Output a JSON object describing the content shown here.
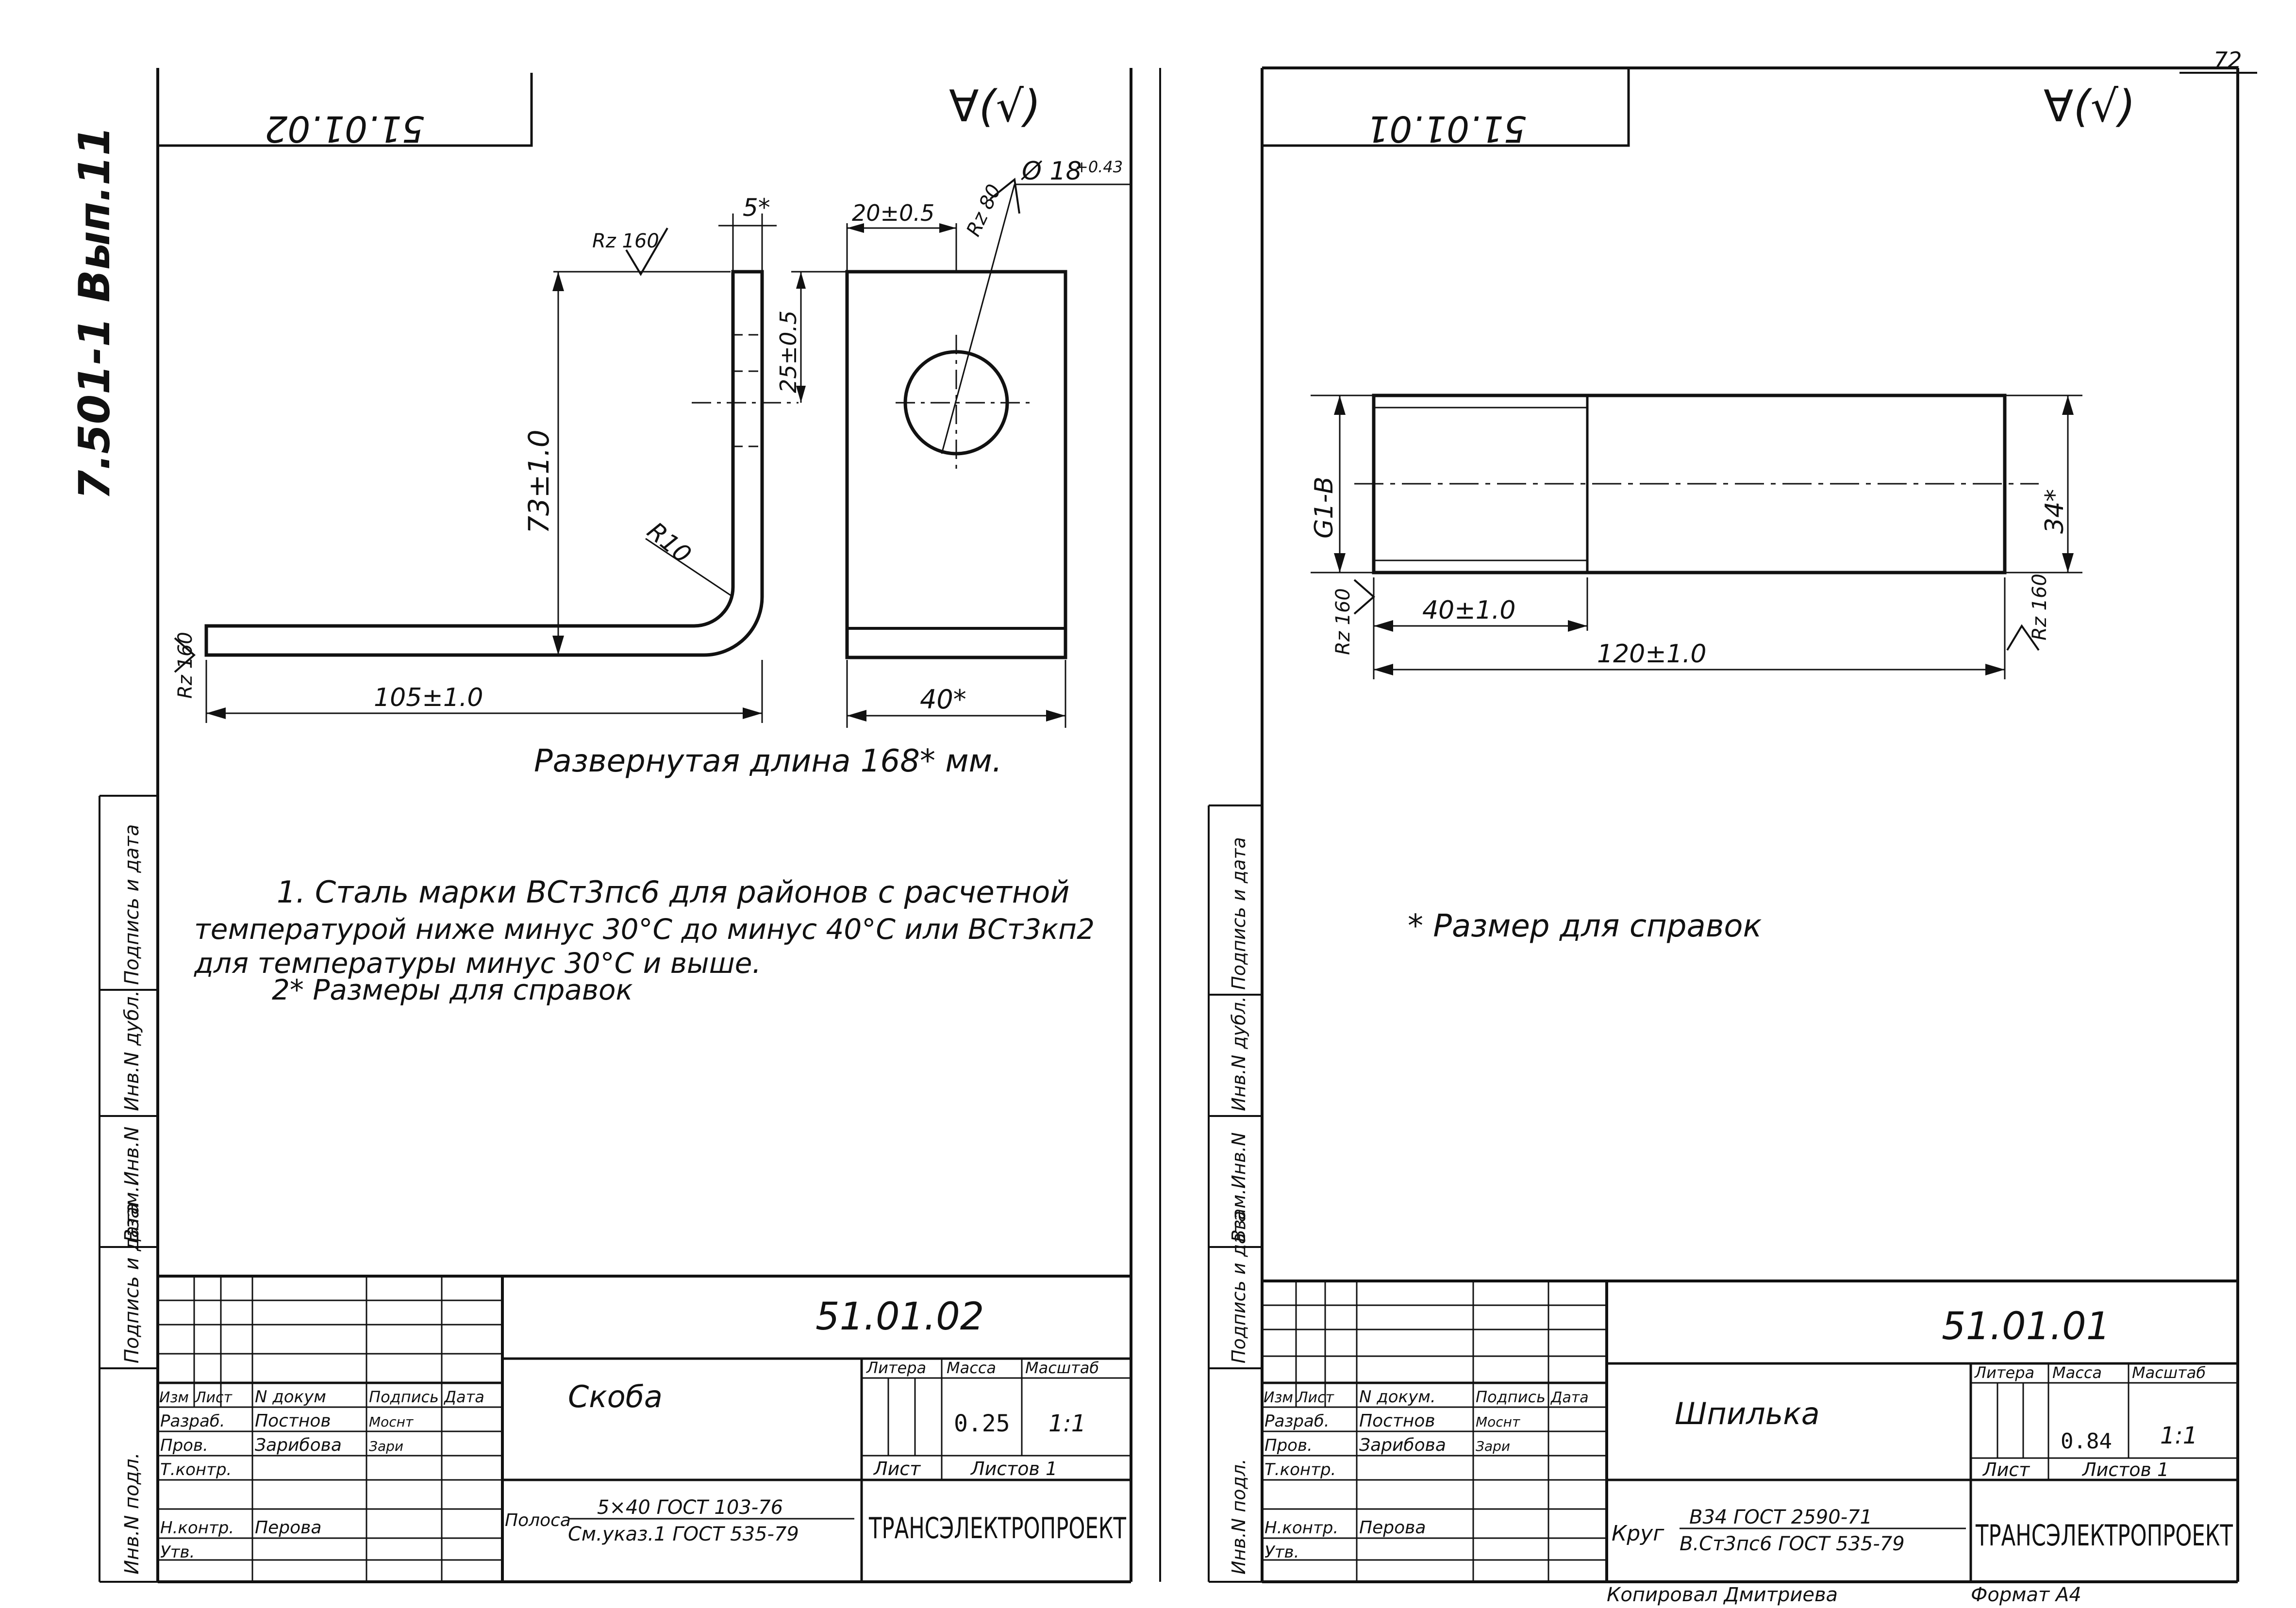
{
  "page_number": "72",
  "side_label": "7.501-1 Вып.11",
  "stamp_column_labels": [
    "Инв.N подл.",
    "Подпись и дата",
    "Взам.Инв.N",
    "Инв.N дубл.",
    "Подпись и дата"
  ],
  "sheet_left": {
    "mirror_code": "51.01.02",
    "roughness_symbol": "∀(√)",
    "dims": {
      "hole": "Ø 18",
      "hole_tol": "+0.43",
      "rz80": "Rz 80",
      "rz160_top": "Rz 160",
      "width_5": "5*",
      "dim_20": "20±0.5",
      "dim_25": "25±0.5",
      "dim_73": "73±1.0",
      "radius": "R10",
      "rz160_left": "Rz 160",
      "dim_105": "105±1.0",
      "dim_40": "40*"
    },
    "unfolded_length": "Развернутая длина 168* мм.",
    "notes": [
      "1. Сталь марки ВСт3пс6 для районов с расчетной",
      "температурой ниже минус 30°С до минус 40°С или ВСт3кп2",
      "для температуры минус 30°С и выше.",
      "2* Размеры для справок"
    ],
    "title_block": {
      "code": "51.01.02",
      "name": "Скоба",
      "head": [
        "Изм",
        "Лист",
        "N докум",
        "Подпись",
        "Дата"
      ],
      "rows": [
        {
          "role": "Разраб.",
          "name": "Постнов",
          "sign": "Моснт"
        },
        {
          "role": "Пров.",
          "name": "Зарибова",
          "sign": "Зари"
        },
        {
          "role": "Т.контр.",
          "name": "",
          "sign": ""
        },
        {
          "role": "Н.контр.",
          "name": "Перова",
          "sign": ""
        },
        {
          "role": "Утв.",
          "name": "",
          "sign": ""
        }
      ],
      "col_litera": "Литера",
      "col_mass": "Масса",
      "col_scale": "Масштаб",
      "mass": "0.25",
      "scale": "1:1",
      "sheet": "Лист",
      "sheets": "Листов 1",
      "material_prefix": "Полоса",
      "material_top": "5×40 ГОСТ 103-76",
      "material_bottom": "См.указ.1 ГОСТ 535-79",
      "org": "ТРАНСЭЛЕКТРОПРОЕКТ"
    }
  },
  "sheet_right": {
    "mirror_code": "51.01.01",
    "roughness_symbol": "∀(√)",
    "dims": {
      "thread": "G1-B",
      "diameter": "34*",
      "dim_40": "40±1.0",
      "dim_120": "120±1.0",
      "rz160_left": "Rz 160",
      "rz160_right": "Rz 160"
    },
    "note": "* Размер для справок",
    "title_block": {
      "code": "51.01.01",
      "name": "Шпилька",
      "head": [
        "Изм",
        "Лист",
        "N докум.",
        "Подпись",
        "Дата"
      ],
      "rows": [
        {
          "role": "Разраб.",
          "name": "Постнов",
          "sign": "Моснт"
        },
        {
          "role": "Пров.",
          "name": "Зарибова",
          "sign": "Зари"
        },
        {
          "role": "Т.контр.",
          "name": "",
          "sign": ""
        },
        {
          "role": "Н.контр.",
          "name": "Перова",
          "sign": ""
        },
        {
          "role": "Утв.",
          "name": "",
          "sign": ""
        }
      ],
      "col_litera": "Литера",
      "col_mass": "Масса",
      "col_scale": "Масштаб",
      "mass": "0.84",
      "scale": "1:1",
      "sheet": "Лист",
      "sheets": "Листов 1",
      "material_prefix": "Круг",
      "material_top": "В34 ГОСТ 2590-71",
      "material_bottom": "В.Ст3пс6 ГОСТ 535-79",
      "org": "ТРАНСЭЛЕКТРОПРОЕКТ"
    },
    "footer_left": "Копировал Дмитриева",
    "footer_right": "Формат А4"
  }
}
